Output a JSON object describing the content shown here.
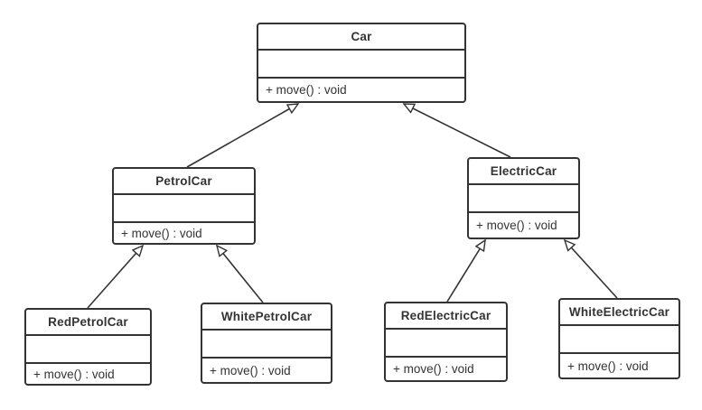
{
  "diagram": {
    "type": "uml-class-diagram",
    "colors": {
      "border": "#333333",
      "text": "#333333",
      "fill": "#ffffff",
      "background": "#ffffff"
    },
    "classes": [
      {
        "name": "Car",
        "attributes": "",
        "method": "+ move() : void"
      },
      {
        "name": "PetrolCar",
        "attributes": "",
        "method": "+ move() : void"
      },
      {
        "name": "ElectricCar",
        "attributes": "",
        "method": "+ move() : void"
      },
      {
        "name": "RedPetrolCar",
        "attributes": "",
        "method": "+ move() : void"
      },
      {
        "name": "WhitePetrolCar",
        "attributes": "",
        "method": "+ move() : void"
      },
      {
        "name": "RedElectricCar",
        "attributes": "",
        "method": "+ move() : void"
      },
      {
        "name": "WhiteElectricCar",
        "attributes": "",
        "method": "+ move() : void"
      }
    ],
    "relations": [
      {
        "from": "PetrolCar",
        "to": "Car",
        "type": "generalization"
      },
      {
        "from": "ElectricCar",
        "to": "Car",
        "type": "generalization"
      },
      {
        "from": "RedPetrolCar",
        "to": "PetrolCar",
        "type": "generalization"
      },
      {
        "from": "WhitePetrolCar",
        "to": "PetrolCar",
        "type": "generalization"
      },
      {
        "from": "RedElectricCar",
        "to": "ElectricCar",
        "type": "generalization"
      },
      {
        "from": "WhiteElectricCar",
        "to": "ElectricCar",
        "type": "generalization"
      }
    ]
  }
}
